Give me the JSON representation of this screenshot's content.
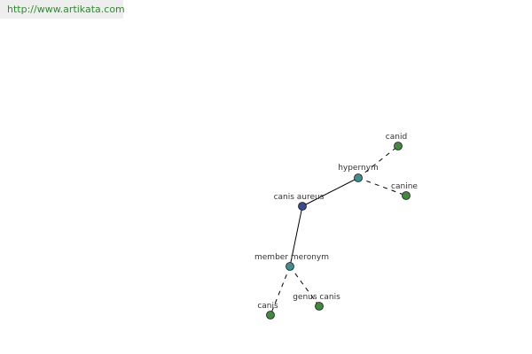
{
  "header": {
    "url": "http://www.artikata.com"
  },
  "colors": {
    "focus_node": "#3b4a8a",
    "relation_node": "#3f8f8f",
    "leaf_node": "#3f8a3f",
    "edge": "#000000",
    "url_text": "#2e8b2e"
  },
  "graph": {
    "nodes": [
      {
        "id": "canis_aureus",
        "label": "canis aureus",
        "kind": "focus"
      },
      {
        "id": "hypernym",
        "label": "hypernym",
        "kind": "relation"
      },
      {
        "id": "canid",
        "label": "canid",
        "kind": "leaf"
      },
      {
        "id": "canine",
        "label": "canine",
        "kind": "leaf"
      },
      {
        "id": "member_meronym",
        "label": "member meronym",
        "kind": "relation"
      },
      {
        "id": "canis",
        "label": "canis",
        "kind": "leaf"
      },
      {
        "id": "genus_canis",
        "label": "genus canis",
        "kind": "leaf"
      }
    ],
    "edges": [
      {
        "from": "canis_aureus",
        "to": "hypernym",
        "style": "solid"
      },
      {
        "from": "canis_aureus",
        "to": "member_meronym",
        "style": "solid"
      },
      {
        "from": "hypernym",
        "to": "canid",
        "style": "dashed"
      },
      {
        "from": "hypernym",
        "to": "canine",
        "style": "dashed"
      },
      {
        "from": "member_meronym",
        "to": "canis",
        "style": "dashed"
      },
      {
        "from": "member_meronym",
        "to": "genus_canis",
        "style": "dashed"
      }
    ]
  }
}
